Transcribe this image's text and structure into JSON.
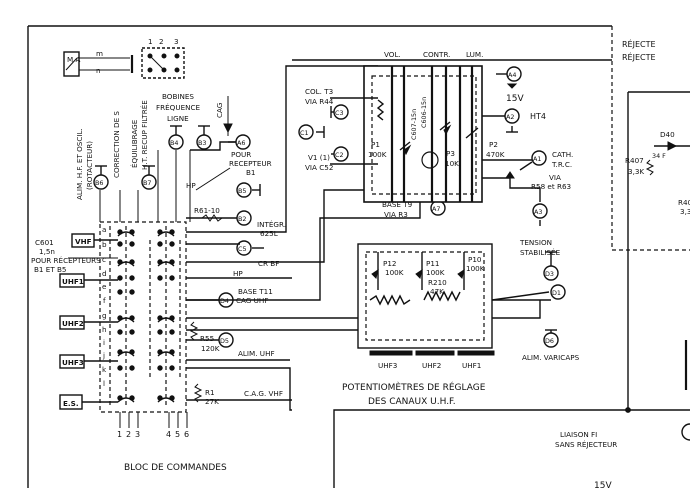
{
  "switch_legend": {
    "box_label": "M\nA",
    "row_m": "m",
    "row_n": "n",
    "cols": [
      "1",
      "2",
      "3"
    ]
  },
  "vertical_labels": {
    "alim": "ALIM. H.F. ET OSCIL.",
    "rotacteur": "(ROTACTEUR)",
    "correction": "CORRECTION DE S",
    "equilibrage": "ÉQUILIBRAGE",
    "ht_recup": "H.T. RECUP FILTRÉE",
    "pour_recepteur_b1_v": "POUR RECEPTEUR B1"
  },
  "bobines_label": [
    "BOBINES",
    "FRÉQUENCE",
    "LIGNE"
  ],
  "cag_label": "CAG",
  "connectors": [
    "B6",
    "B7",
    "B4",
    "B3",
    "A6",
    "B5",
    "B2",
    "C5",
    "D4",
    "D5",
    "C1",
    "C3",
    "C2",
    "A7",
    "A4",
    "A2",
    "A1",
    "A3",
    "D3",
    "D1",
    "D6"
  ],
  "pour_recepteur_b1": [
    "POUR",
    "RECEPTEUR",
    "B1"
  ],
  "hp_labels": [
    "HP",
    "HP"
  ],
  "r61": "R61-10",
  "integr": [
    "INTÉGR.",
    "625L"
  ],
  "cr_bf": "CR BF",
  "base_t11": [
    "BASE T11",
    "CAG UHF"
  ],
  "c601": [
    "C601",
    "1,5n"
  ],
  "pour_recepteurs": [
    "POUR RÉCEPTEURS",
    "B1 ET B5"
  ],
  "row_letters": [
    "a",
    "b",
    "c",
    "d",
    "e",
    "f",
    "g",
    "h",
    "i",
    "j",
    "k",
    "l"
  ],
  "selector_buttons": [
    "VHF",
    "UHF1",
    "UHF2",
    "UHF3",
    "E.S."
  ],
  "r55": [
    "R55",
    "120K"
  ],
  "alim_uhf": "ALIM. UHF",
  "cag_vhf": "C.A.G. VHF",
  "r1": [
    "R1",
    "27K"
  ],
  "bottom_numbers": [
    "1",
    "2",
    "3",
    "4",
    "5",
    "6"
  ],
  "bloc_title": "BLOC DE COMMANDES",
  "controls_header": [
    "VOL.",
    "CONTR.",
    "LUM."
  ],
  "col_t3": [
    "COL. T3",
    "VIA R44"
  ],
  "v1": [
    "V1 (1)",
    "VIA C52"
  ],
  "p1": [
    "P1",
    "100K"
  ],
  "c607": "C607-15n",
  "c606": "C606-15n",
  "p3": [
    "P3",
    "10K"
  ],
  "p2": [
    "P2",
    "470K"
  ],
  "base_t9": [
    "BASE T9",
    "VIA R3"
  ],
  "v15": "15V",
  "ht4": "HT4",
  "cath": [
    "CATH.",
    "T.R.C."
  ],
  "via_r58": [
    "VIA",
    "R58 et R63"
  ],
  "tension": [
    "TENSION",
    "STABILISÉE"
  ],
  "uhf_pots": {
    "p12": [
      "P12",
      "100K"
    ],
    "p11": [
      "P11",
      "100K"
    ],
    "r210": [
      "R210",
      "47K"
    ],
    "p10": [
      "P10",
      "100K"
    ]
  },
  "uhf_bars": [
    "UHF3",
    "UHF2",
    "UHF1"
  ],
  "alim_varicaps": "ALIM. VARICAPS",
  "pot_title": [
    "POTENTIOMÈTRES DE RÉGLAGE",
    "DES CANAUX U.H.F."
  ],
  "right_box": {
    "title1": "RÉJECTE",
    "title2": "RÉJECTE",
    "d40": "D40",
    "v34": "34 F",
    "r407": [
      "R407",
      "3,3K"
    ],
    "r40": "R40",
    "v33": "3,3"
  },
  "liaison": [
    "LIAISON FI",
    "SANS RÉJECTEUR"
  ],
  "bottom_15v": "15V"
}
